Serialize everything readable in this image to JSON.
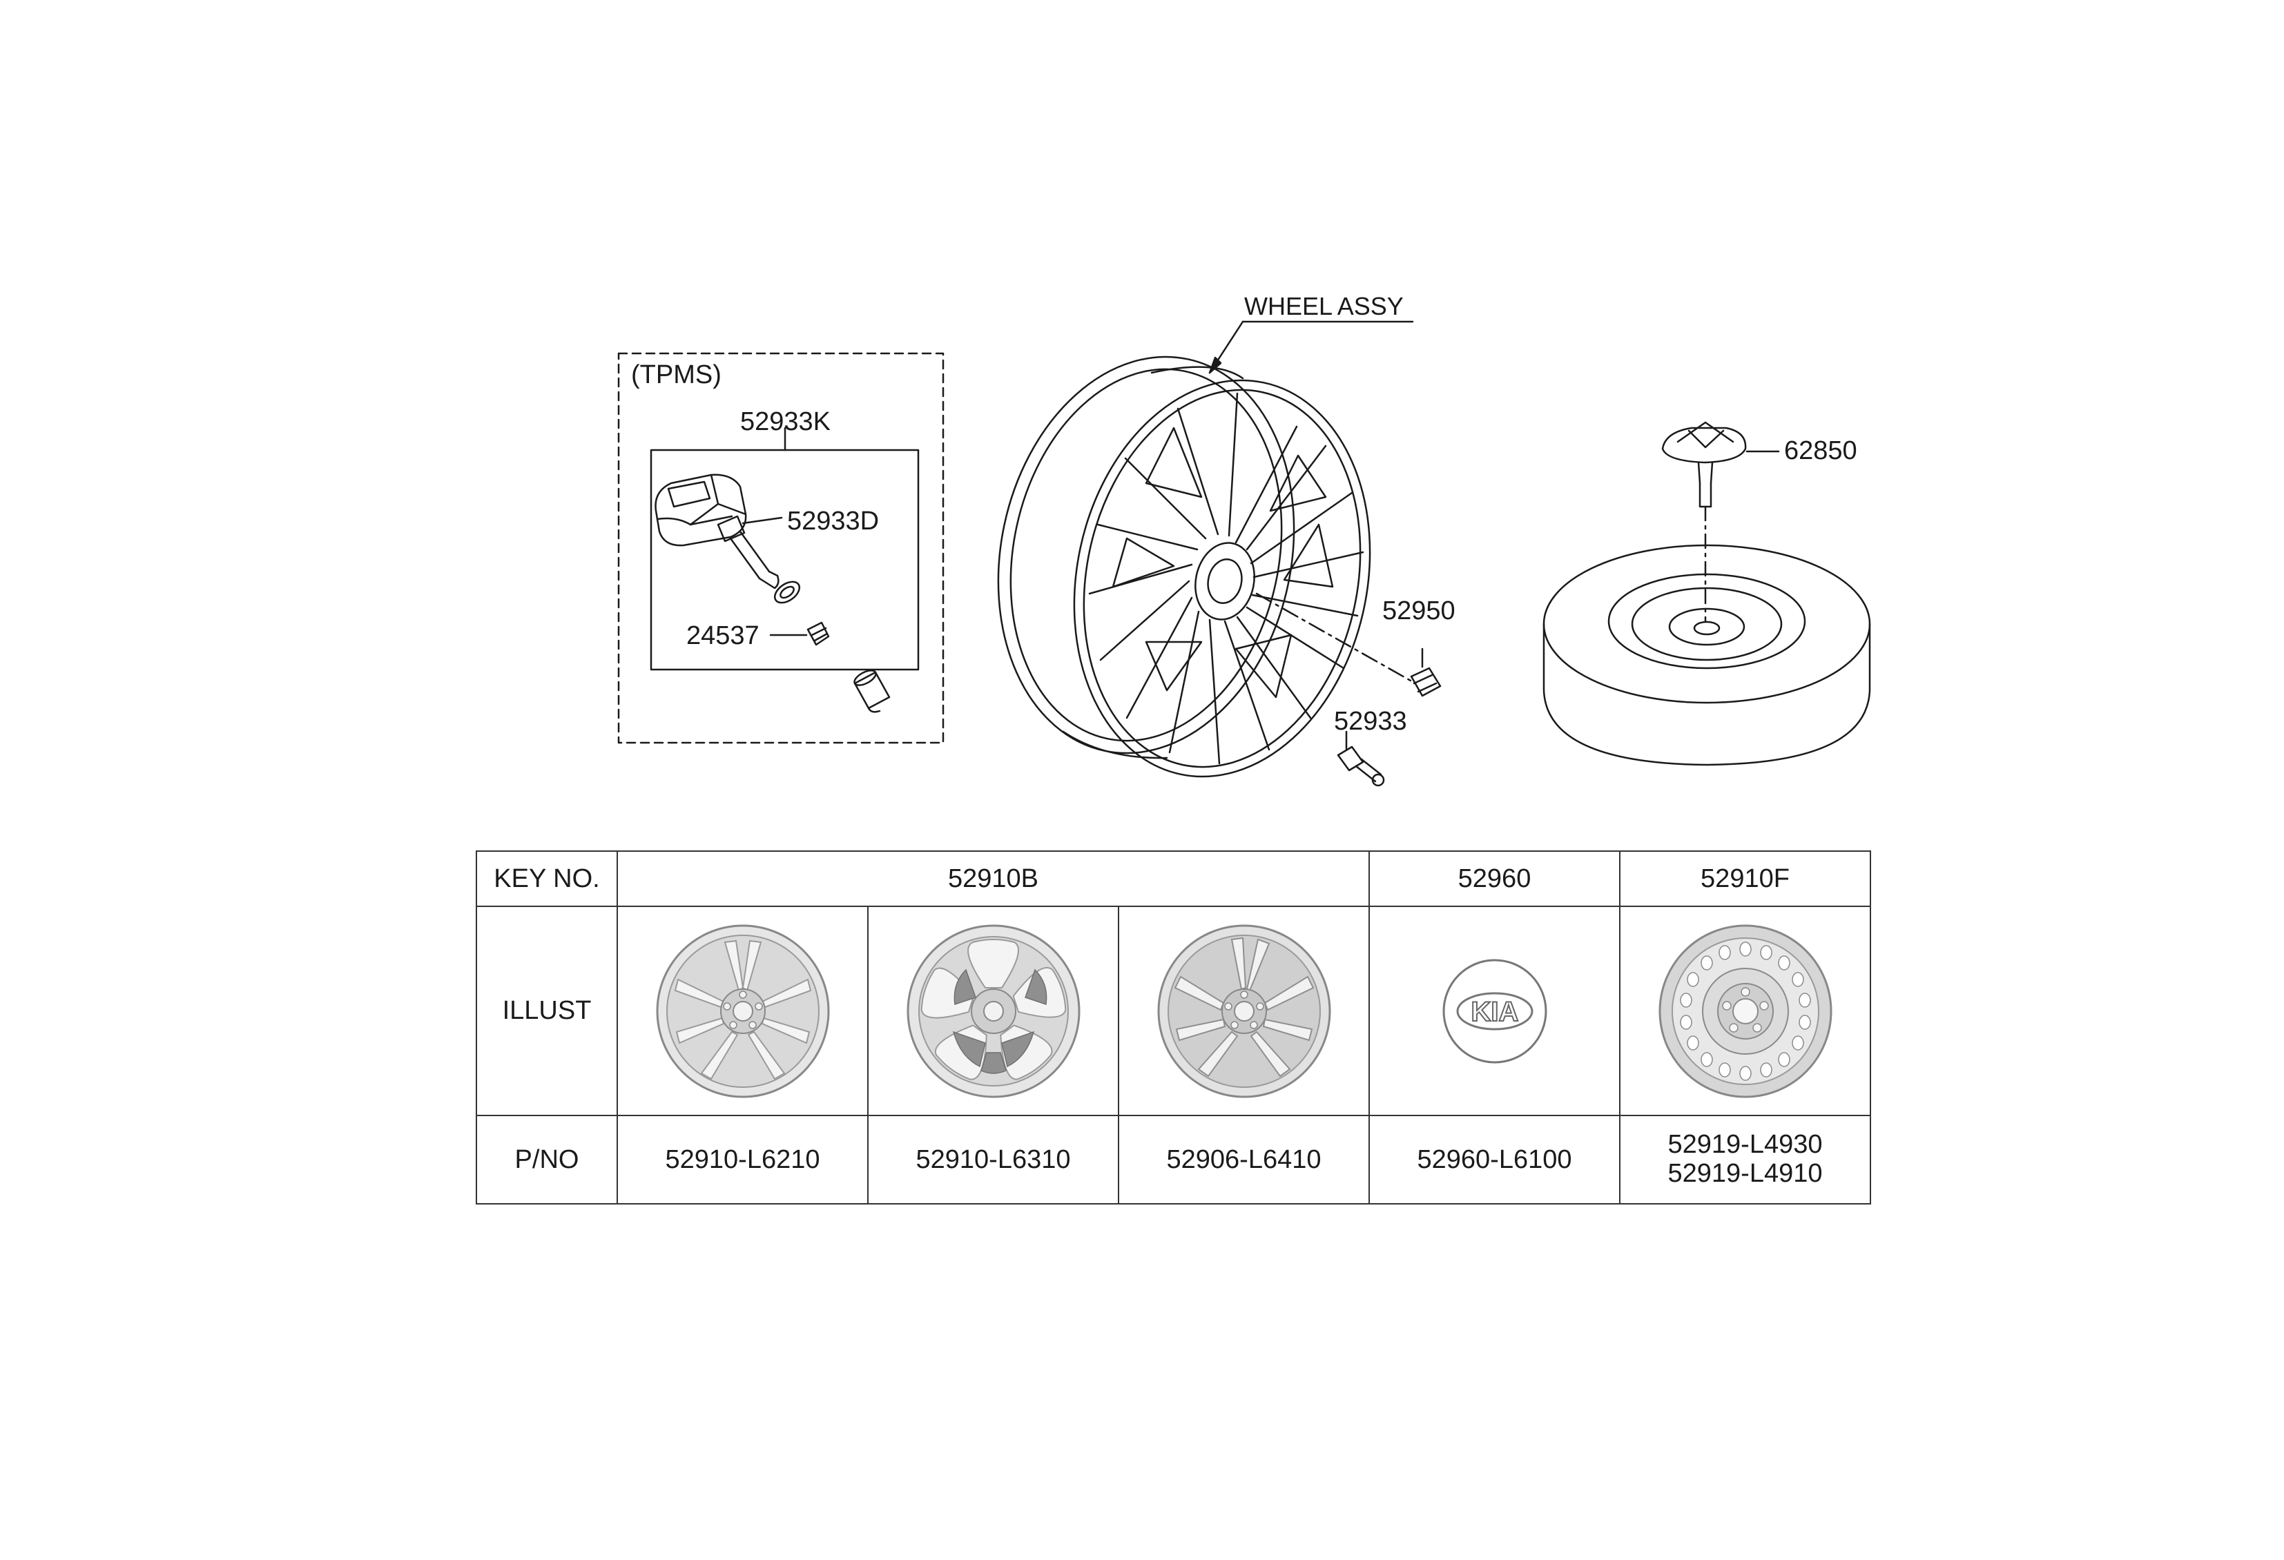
{
  "callouts": {
    "wheel_assy": "WHEEL ASSY",
    "tpms_group": "(TPMS)",
    "tpms_kit": "52933K",
    "tpms_sensor_valve": "52933D",
    "tpms_nut": "24537",
    "wheel_nut": "52950",
    "valve": "52933",
    "spare_holder": "62850"
  },
  "table": {
    "header": {
      "key_label": "KEY NO.",
      "wheel_key": "52910B",
      "cap_key": "52960",
      "spare_key": "52910F"
    },
    "illust_label": "ILLUST",
    "pno_label": "P/NO",
    "parts": {
      "wheel_1": "52910-L6210",
      "wheel_2": "52910-L6310",
      "wheel_3": "52906-L6410",
      "hub_cap": "52960-L6100",
      "spare_1": "52919-L4930",
      "spare_2": "52919-L4910"
    },
    "hub_cap_logo": "KIA"
  },
  "colors": {
    "line": "#1a1a1a",
    "wheel_fill": "#d9d9d9",
    "wheel_dark": "#a9a9a9"
  }
}
